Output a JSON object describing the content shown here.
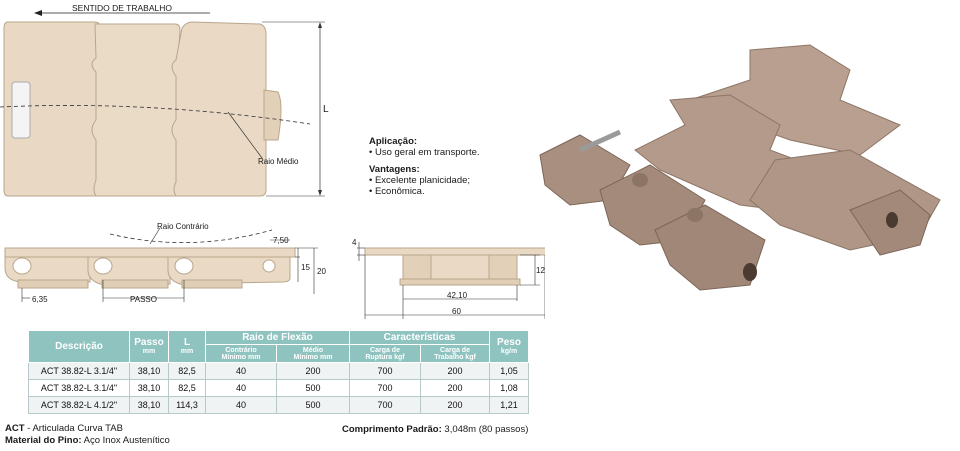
{
  "top_drawing": {
    "direction_label": "SENTIDO DE TRABALHO",
    "mean_radius_label": "Raio Médio",
    "L_label": "L"
  },
  "side_drawing": {
    "reverse_radius_label": "Raio Contrário",
    "dim_750": "7,50",
    "dim_15": "15",
    "dim_20": "20",
    "dim_635": "6,35",
    "pitch_label": "PASSO"
  },
  "end_drawing": {
    "dim_4": "4",
    "dim_12": "12",
    "dim_4210": "42,10",
    "dim_60": "60"
  },
  "info": {
    "application_title": "Aplicação:",
    "application_items": [
      "• Uso geral em transporte."
    ],
    "advantages_title": "Vantagens:",
    "advantages_items": [
      "• Excelente planicidade;",
      "• Econômica."
    ]
  },
  "table": {
    "headers": {
      "descricao": "Descrição",
      "passo": "Passo",
      "passo_unit": "mm",
      "l": "L",
      "l_unit": "mm",
      "raio": "Raio de Flexão",
      "raio_contrario": "Contrário",
      "raio_contrario_sub": "Mínimo mm",
      "raio_medio": "Médio",
      "raio_medio_sub": "Mínimo mm",
      "caracteristicas": "Características",
      "carga_ruptura": "Carga de",
      "carga_ruptura_sub": "Ruptura kgf",
      "carga_trabalho": "Carga de",
      "carga_trabalho_sub": "Trabalho kgf",
      "peso": "Peso",
      "peso_unit": "kg/m"
    },
    "rows": [
      {
        "descricao": "ACT 38.82-L 3.1/4\"",
        "passo": "38,10",
        "l": "82,5",
        "contrario": "40",
        "medio": "200",
        "ruptura": "700",
        "trabalho": "200",
        "peso": "1,05"
      },
      {
        "descricao": "ACT 38.82-L 3.1/4\"",
        "passo": "38,10",
        "l": "82,5",
        "contrario": "40",
        "medio": "500",
        "ruptura": "700",
        "trabalho": "200",
        "peso": "1,08"
      },
      {
        "descricao": "ACT 38.82-L 4.1/2\"",
        "passo": "38,10",
        "l": "114,3",
        "contrario": "40",
        "medio": "500",
        "ruptura": "700",
        "trabalho": "200",
        "peso": "1,21"
      }
    ]
  },
  "footer": {
    "act_code": "ACT",
    "act_desc": " - Articulada Curva TAB",
    "pin_label": "Material do Pino:",
    "pin_value": " Aço Inox Austenítico",
    "length_label": "Comprimento Padrão:",
    "length_value": " 3,048m (80 passos)"
  },
  "colors": {
    "chain_fill": "#e9d9c4",
    "chain_stroke": "#b9a68c",
    "table_header": "#8fc3bf",
    "product_photo": "#a88f7f"
  }
}
